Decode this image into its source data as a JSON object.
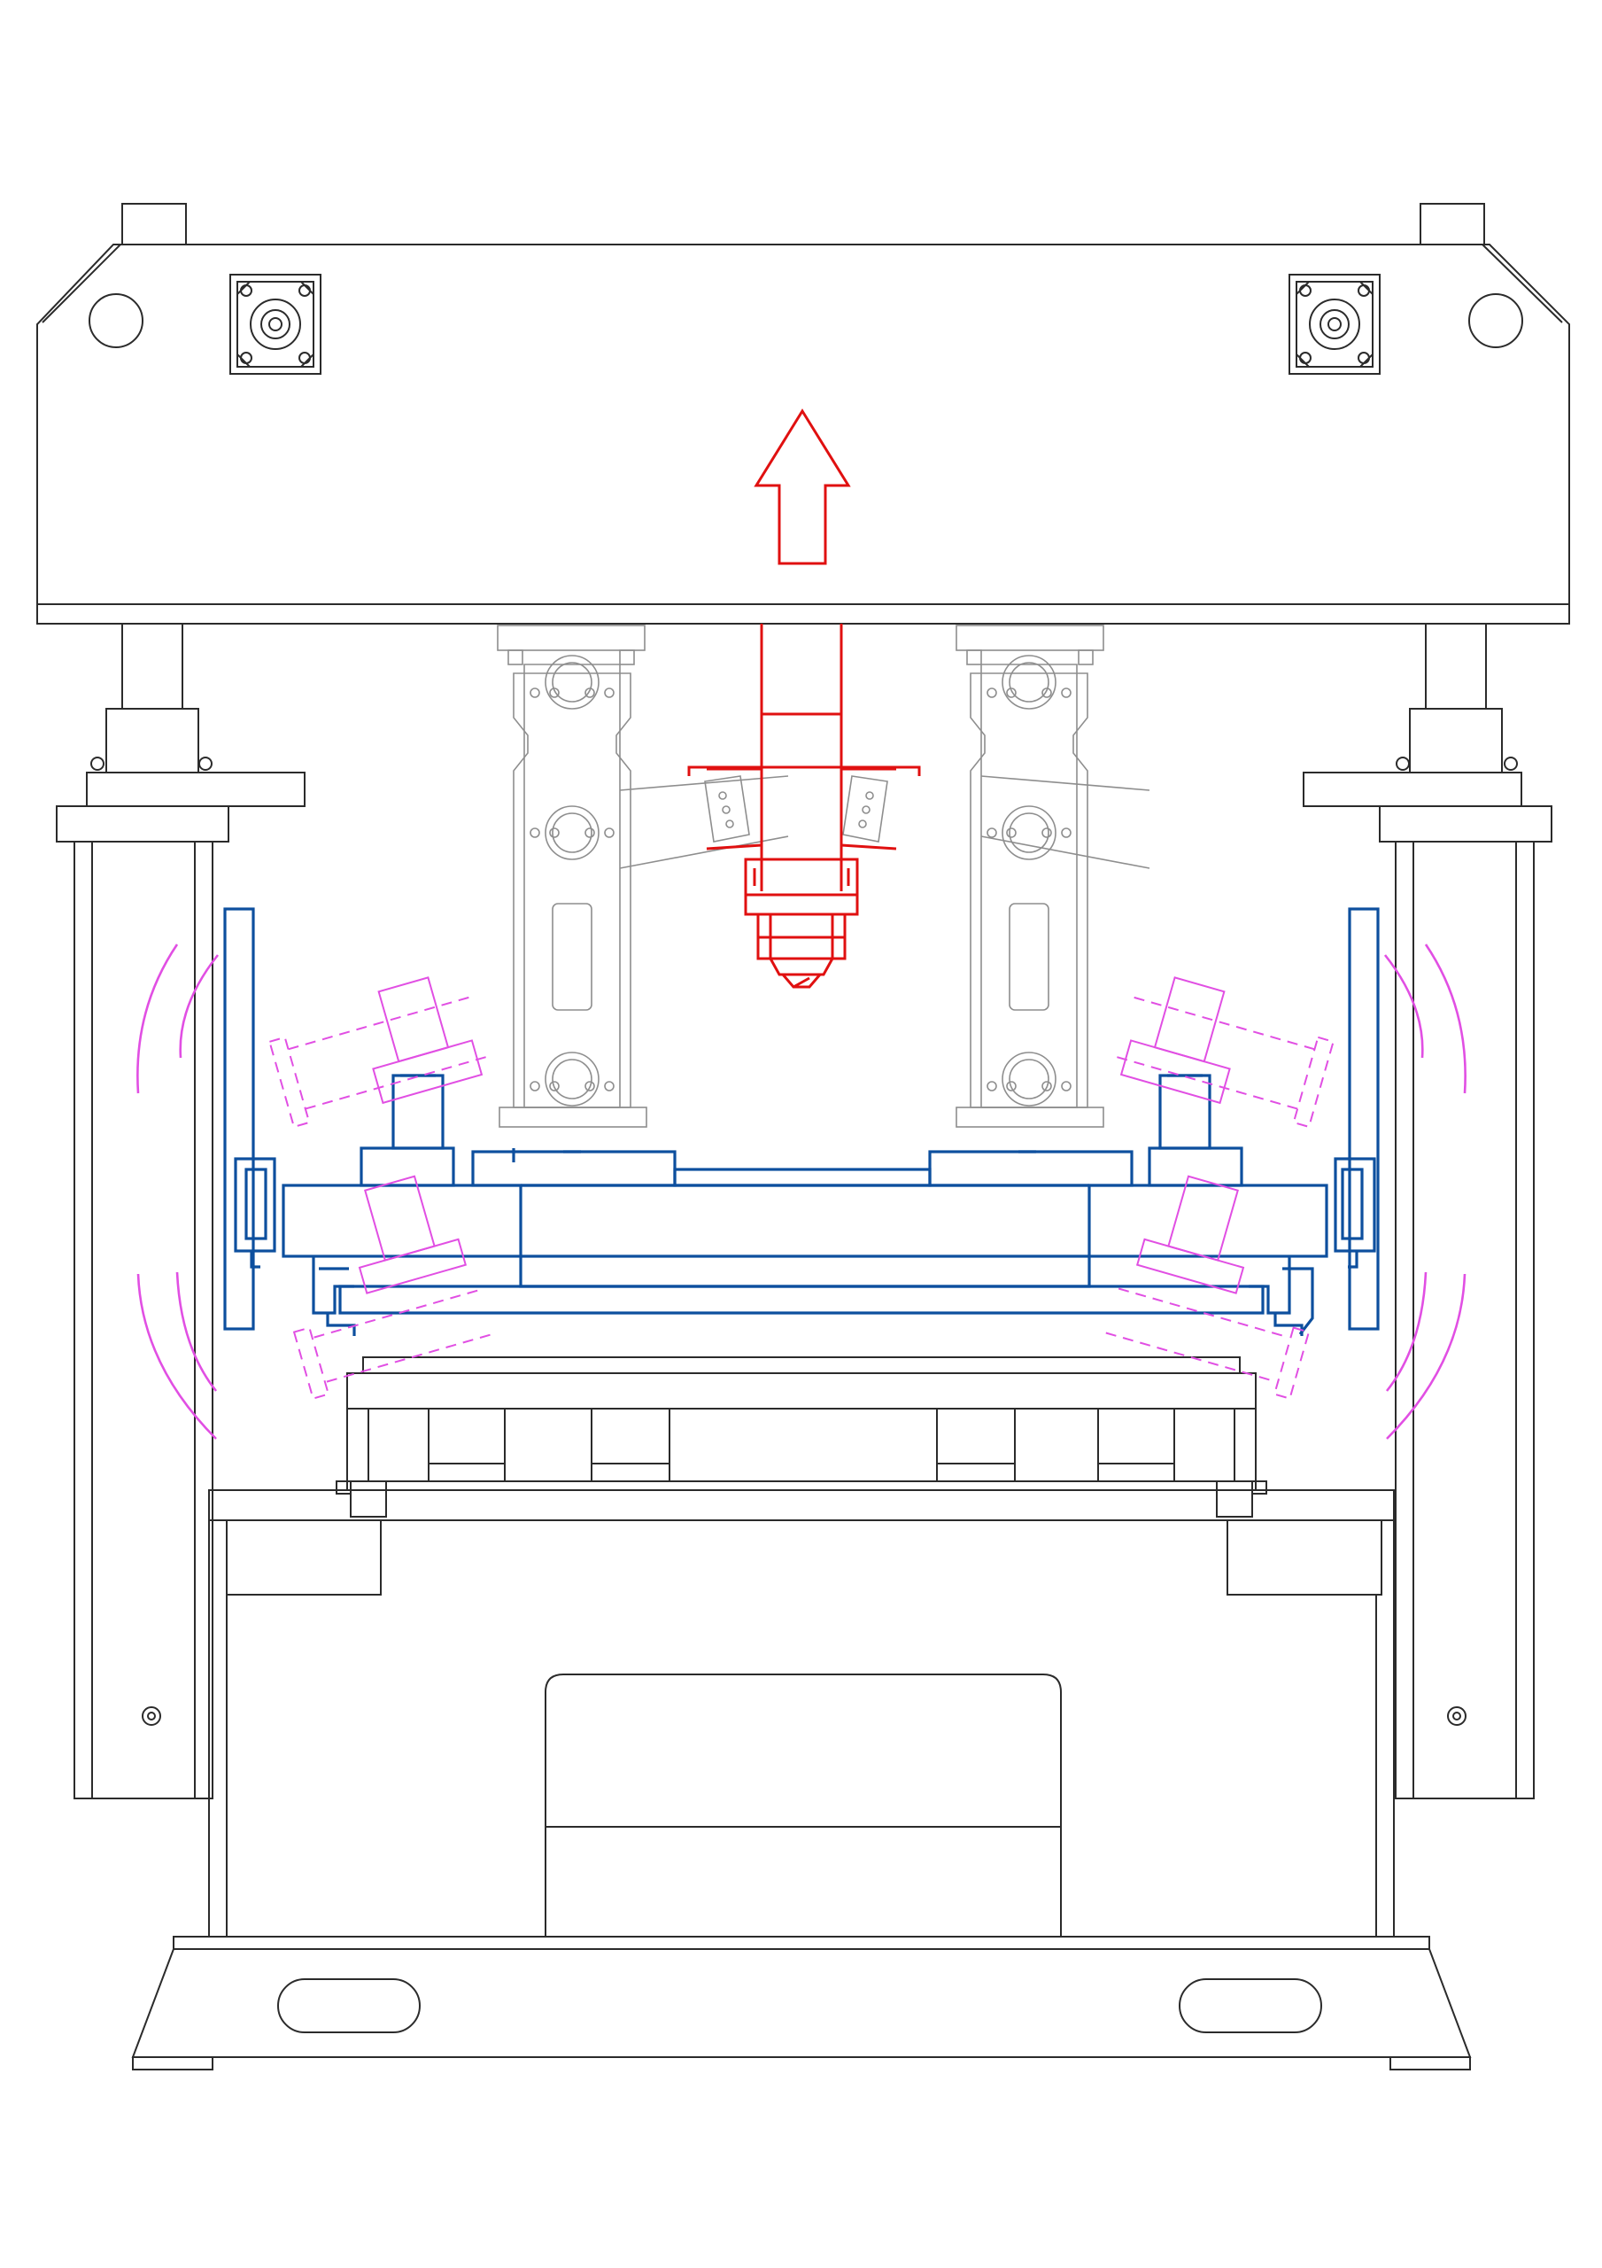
{
  "drawing": {
    "type": "technical-line-drawing",
    "subject": "",
    "colors": {
      "frame_lines": "#2b2b2b",
      "guide_lines": "#8e8e8e",
      "moving_assembly": "#0d4f9e",
      "ram_and_arrow": "#e01010",
      "swing_indicators": "#e14fe3",
      "background": "#ffffff"
    },
    "indicators": {
      "motion_arrow": "up-arrow",
      "swing_arcs_per_side": 2
    }
  }
}
